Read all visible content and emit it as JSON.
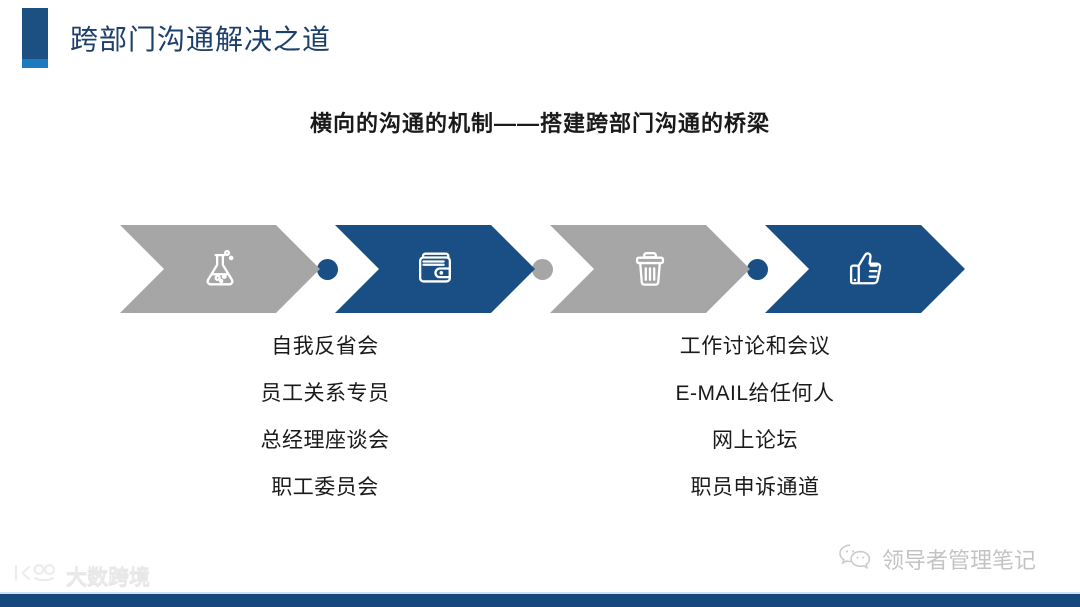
{
  "slide": {
    "title": "跨部门沟通解决之道",
    "subtitle": "横向的沟通的机制——搭建跨部门沟通的桥梁",
    "title_color": "#1d3f6b",
    "accent_bar_color": "#1c4f82",
    "accent_bar_foot_color": "#1b7ac0",
    "bottom_bar_color": "#15497d"
  },
  "chevrons": [
    {
      "icon": "flask-icon",
      "color": "#a6a6a6",
      "style": "gray"
    },
    {
      "icon": "wallet-icon",
      "color": "#1a4f86",
      "style": "blue"
    },
    {
      "icon": "trash-icon",
      "color": "#a6a6a6",
      "style": "gray"
    },
    {
      "icon": "thumbs-up-icon",
      "color": "#1a4f86",
      "style": "blue"
    }
  ],
  "separator_dots": [
    {
      "color": "#1a4f86",
      "style": "blue"
    },
    {
      "color": "#a6a6a6",
      "style": "gray"
    },
    {
      "color": "#1a4f86",
      "style": "blue"
    }
  ],
  "columns": [
    {
      "entries": [
        "自我反省会",
        "员工关系专员",
        "总经理座谈会",
        "职工委员会"
      ]
    },
    {
      "entries": [
        "工作讨论和会议",
        "E-MAIL给任何人",
        "网上论坛",
        "职员申诉通道"
      ]
    }
  ],
  "watermarks": {
    "right": {
      "icon": "wechat-icon",
      "label": "领导者管理笔记"
    },
    "left": {
      "icon": "brand-logo-icon",
      "label": "大数跨境"
    }
  }
}
